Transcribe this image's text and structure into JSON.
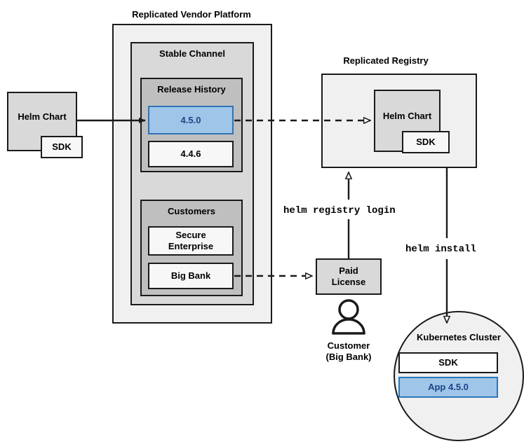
{
  "diagram": {
    "title_vendor_platform": "Replicated Vendor Platform",
    "title_stable_channel": "Stable Channel",
    "title_release_history": "Release History",
    "title_customers": "Customers",
    "title_registry": "Replicated Registry",
    "title_kubernetes_cluster": "Kubernetes Cluster"
  },
  "nodes": {
    "source_helm_chart": "Helm Chart",
    "source_sdk": "SDK",
    "release_current": "4.5.0",
    "release_previous": "4.4.6",
    "customer_secure_enterprise": "Secure\nEnterprise",
    "customer_secure_enterprise_line1": "Secure",
    "customer_secure_enterprise_line2": "Enterprise",
    "customer_big_bank": "Big Bank",
    "registry_helm_chart": "Helm Chart",
    "registry_sdk": "SDK",
    "paid_license_line1": "Paid",
    "paid_license_line2": "License",
    "cluster_sdk": "SDK",
    "cluster_app": "App 4.5.0"
  },
  "labels": {
    "customer_person_line1": "Customer",
    "customer_person_line2": "(Big Bank)",
    "cmd_registry_login": "helm registry login",
    "cmd_install": "helm install"
  },
  "colors": {
    "accent_blue_fill": "#9fc5e8",
    "accent_blue_border": "#2e75b6",
    "accent_blue_text": "#1c4587",
    "platform_fill": "#f0f0f0",
    "channel_fill": "#d9d9d9",
    "subgroup_fill": "#bfbfbf",
    "node_fill": "#f7f7f7",
    "stroke": "#1a1a1a"
  }
}
